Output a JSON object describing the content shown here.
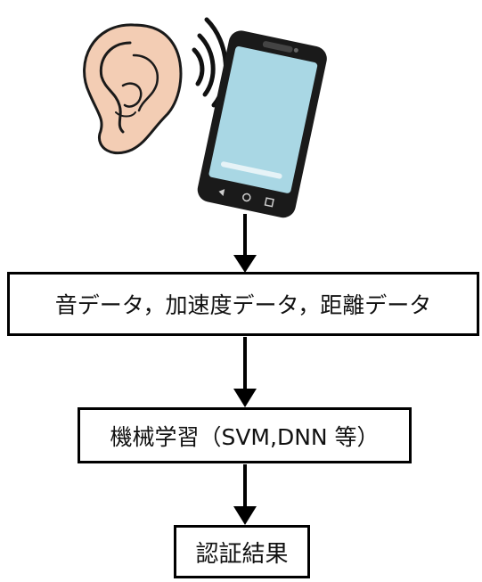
{
  "flow": {
    "step1": "音データ，加速度データ，距離データ",
    "step2": "機械学習（SVM,DNN 等）",
    "step3": "認証結果"
  },
  "icons": [
    "ear-icon",
    "sound-waves-icon",
    "smartphone-icon"
  ],
  "colors": {
    "ear_skin": "#F3CDB4",
    "phone_body": "#1A1A1A",
    "phone_screen": "#A9D7E4",
    "line": "#000000"
  }
}
